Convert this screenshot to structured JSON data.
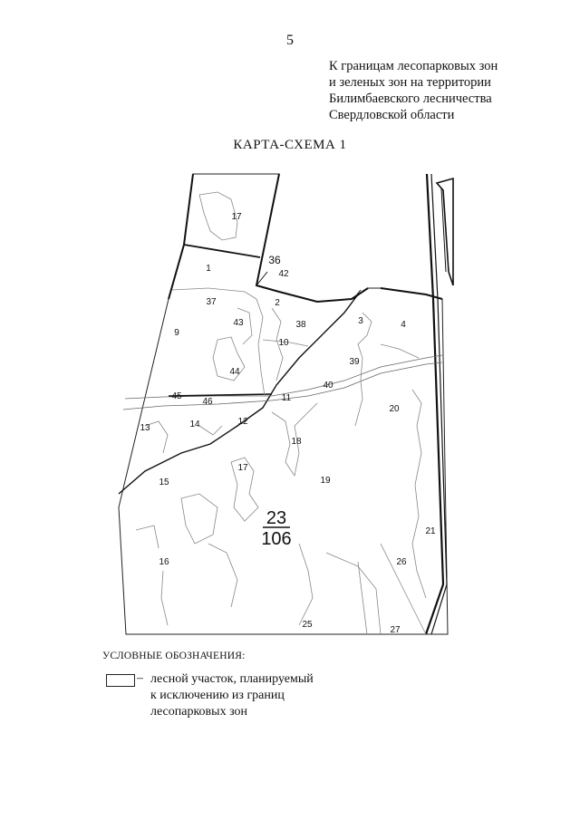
{
  "page_number": "5",
  "header": {
    "lines": [
      "К границам лесопарковых зон",
      "и зеленых зон на территории",
      "Билимбаевского лесничества",
      "Свердловской области"
    ]
  },
  "map": {
    "title": "КАРТА-СХЕМА 1",
    "center_label": {
      "numerator": "23",
      "denominator": "106"
    },
    "parcel_labels": [
      "17",
      "1",
      "36",
      "42",
      "37",
      "2",
      "43",
      "38",
      "3",
      "4",
      "9",
      "10",
      "39",
      "44",
      "40",
      "45",
      "46",
      "11",
      "20",
      "13",
      "14",
      "12",
      "18",
      "17",
      "15",
      "19",
      "21",
      "16",
      "26",
      "25",
      "27"
    ]
  },
  "legend": {
    "heading": "УСЛОВНЫЕ ОБОЗНАЧЕНИЯ:",
    "dash": "–",
    "lines": [
      "лесной участок, планируемый",
      "к исключению из границ",
      "лесопарковых зон"
    ]
  }
}
